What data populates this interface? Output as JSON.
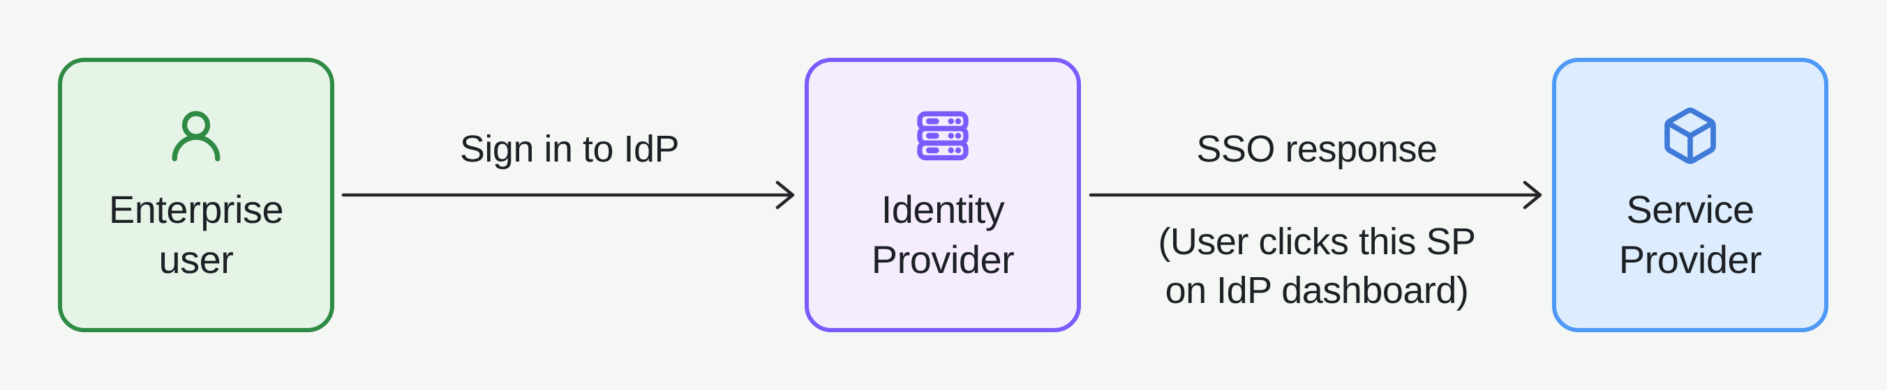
{
  "canvas": {
    "bg_color": "#f5f7f5",
    "text_color": "#1d2025",
    "arrow_color": "#23252a"
  },
  "nodes": [
    {
      "name": "enterprise-user",
      "lines": [
        "Enterprise",
        "user"
      ],
      "icon": "user-icon",
      "border_color": "#2f8a43",
      "fill_color": "#e6f4e8",
      "icon_color": "#2f8a43"
    },
    {
      "name": "identity-provider",
      "lines": [
        "Identity",
        "Provider"
      ],
      "icon": "server-icon",
      "border_color": "#7b5bfa",
      "fill_color": "#f5edfe",
      "icon_color": "#7c5bfc"
    },
    {
      "name": "service-provider",
      "lines": [
        "Service",
        "Provider"
      ],
      "icon": "box-icon",
      "border_color": "#4f99f6",
      "fill_color": "#ddedfd",
      "icon_color": "#3f7ad9"
    }
  ],
  "edges": [
    {
      "label": "Sign in to IdP",
      "sublabel_lines": []
    },
    {
      "label": "SSO response",
      "sublabel_lines": [
        "(User clicks this SP",
        "on IdP dashboard)"
      ]
    }
  ]
}
